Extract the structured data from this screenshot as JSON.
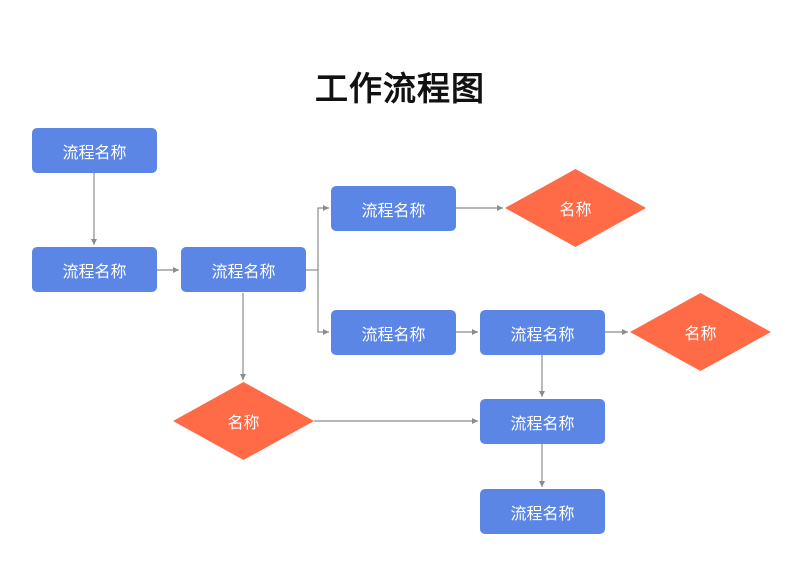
{
  "diagram": {
    "title": "工作流程图",
    "colors": {
      "process": "#5b86e5",
      "decision": "#ff6b47",
      "connector": "#8c8c8c"
    },
    "nodes": {
      "p1": "流程名称",
      "p2": "流程名称",
      "p3": "流程名称",
      "p4": "流程名称",
      "p5": "流程名称",
      "p6": "流程名称",
      "p7": "流程名称",
      "p8": "流程名称",
      "d1": "名称",
      "d2": "名称",
      "d3": "名称"
    }
  }
}
